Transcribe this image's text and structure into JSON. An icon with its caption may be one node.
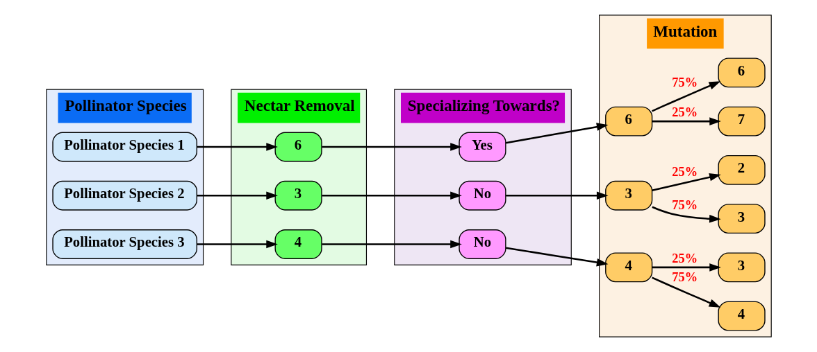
{
  "diagram": {
    "nodes": [
      {
        "text": [
          "Pollinator Species"
        ]
      },
      {
        "text": [
          "Nectar Removal"
        ]
      },
      {
        "text": [
          "Specializing Towards?"
        ]
      },
      {
        "text": [
          "Mutation"
        ]
      },
      {
        "text": [
          "Pollinator Species 1"
        ],
        "in": 0
      },
      {
        "text": [
          "Pollinator Species 2"
        ],
        "in": 0
      },
      {
        "text": [
          "Pollinator Species 3"
        ],
        "in": 0
      },
      {
        "text": [
          "6"
        ],
        "in": 1
      },
      {
        "text": [
          "3"
        ],
        "in": 1
      },
      {
        "text": [
          "4"
        ],
        "in": 1
      },
      {
        "text": [
          "Yes"
        ],
        "in": 2
      },
      {
        "text": [
          "No"
        ],
        "in": 2
      },
      {
        "text": [
          "No"
        ],
        "in": 2
      },
      {
        "text": [
          "6"
        ],
        "in": 3
      },
      {
        "text": [
          "3"
        ],
        "in": 3
      },
      {
        "text": [
          "4"
        ],
        "in": 3
      },
      {
        "text": [
          "7"
        ],
        "in": 3
      },
      {
        "text": [
          "6"
        ],
        "in": 3
      },
      {
        "text": [
          "3"
        ],
        "in": 3
      },
      {
        "text": [
          "2"
        ],
        "in": 3
      },
      {
        "text": [
          "4"
        ],
        "in": 3
      },
      {
        "text": [
          "3"
        ],
        "in": 3
      }
    ],
    "edges": [
      {
        "from": 4,
        "to": 7,
        "arrow": "to"
      },
      {
        "from": 7,
        "to": 10,
        "arrow": "to"
      },
      {
        "from": 10,
        "to": 13,
        "arrow": "to"
      },
      {
        "from": 13,
        "to": 16,
        "arrow": "to",
        "label": "25%"
      },
      {
        "from": 13,
        "to": 17,
        "arrow": "to",
        "label": "75%"
      },
      {
        "from": 5,
        "to": 8,
        "arrow": "to"
      },
      {
        "from": 8,
        "to": 11,
        "arrow": "to"
      },
      {
        "from": 11,
        "to": 14,
        "arrow": "to"
      },
      {
        "from": 14,
        "to": 18,
        "arrow": "to",
        "label": "75%"
      },
      {
        "from": 14,
        "to": 19,
        "arrow": "to",
        "label": "25%"
      },
      {
        "from": 6,
        "to": 9,
        "arrow": "to"
      },
      {
        "from": 9,
        "to": 12,
        "arrow": "to"
      },
      {
        "from": 12,
        "to": 15,
        "arrow": "to"
      },
      {
        "from": 15,
        "to": 20,
        "arrow": "to",
        "label": "75%"
      },
      {
        "from": 15,
        "to": 21,
        "arrow": "to",
        "label": "25%"
      }
    ]
  }
}
